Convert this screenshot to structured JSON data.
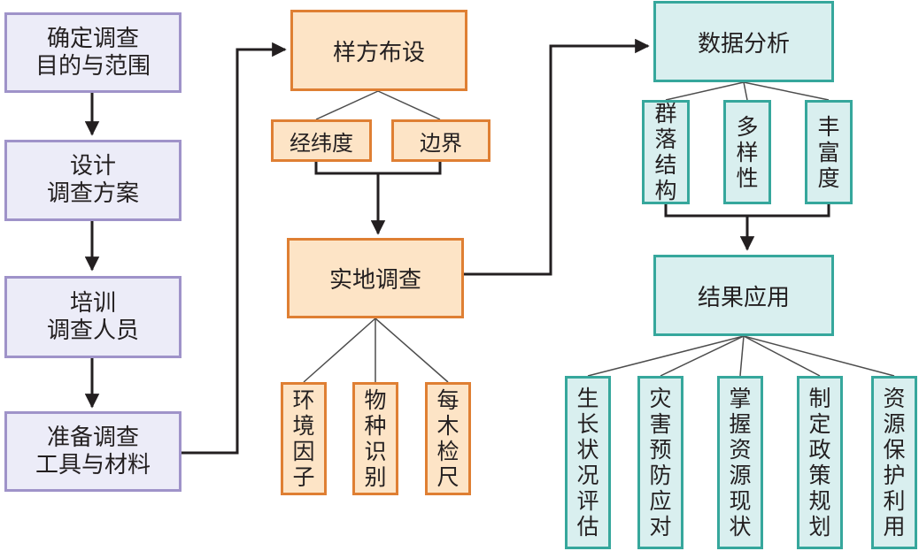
{
  "left_column": {
    "step1": "确定调查\n目的与范围",
    "step2": "设计\n调查方案",
    "step3": "培训\n调查人员",
    "step4": "准备调查\n工具与材料"
  },
  "middle_column": {
    "plot_setup": "样方布设",
    "plot_sub": [
      "经纬度",
      "边界"
    ],
    "field_survey": "实地调查",
    "survey_items": [
      "环境因子",
      "物种识别",
      "每木检尺"
    ]
  },
  "right_column": {
    "data_analysis": "数据分析",
    "analysis_items": [
      "群落结构",
      "多样性",
      "丰富度"
    ],
    "application": "结果应用",
    "application_items": [
      "生长状况评估",
      "灾害预防应对",
      "掌握资源现状",
      "制定政策规划",
      "资源保护利用"
    ]
  },
  "colors": {
    "purple_fill": "#ececf8",
    "purple_border": "#9f93c9",
    "orange_fill": "#fde4c6",
    "orange_border": "#df7f33",
    "teal_fill": "#d9efef",
    "teal_border": "#36a79c",
    "line": "#231f20"
  }
}
